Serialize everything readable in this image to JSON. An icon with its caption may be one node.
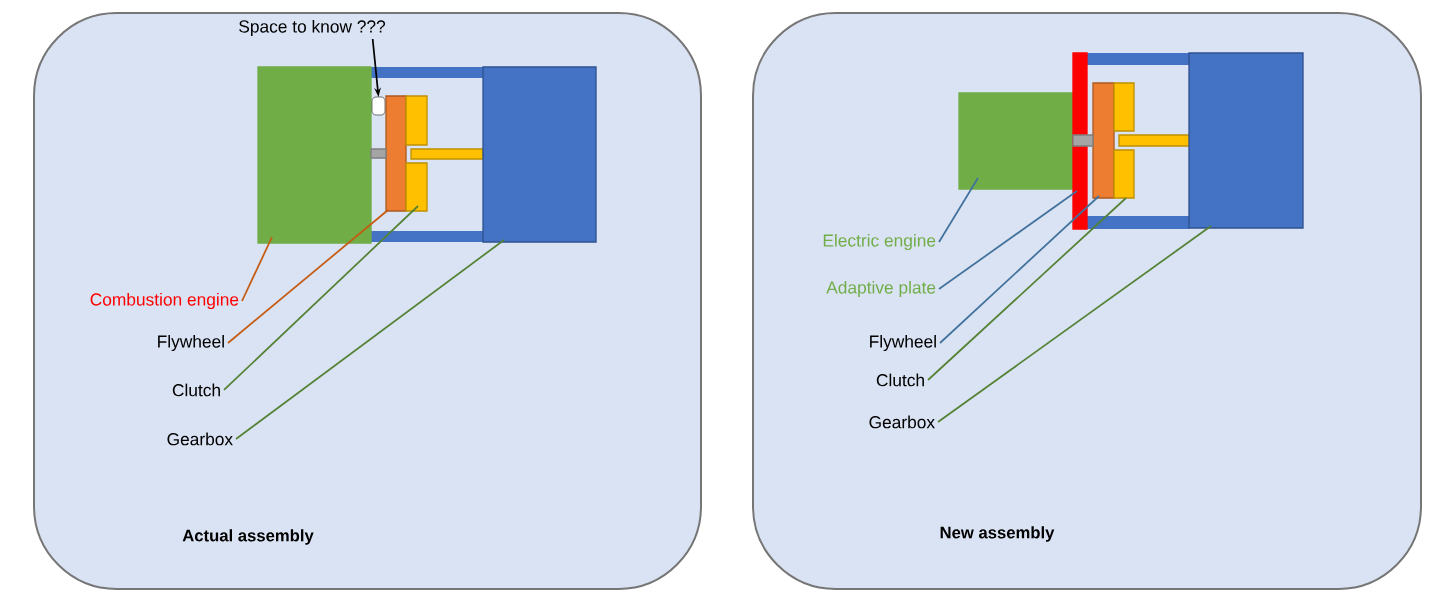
{
  "diagram": {
    "nodes": [
      {
        "text": [
          "Actual assembly"
        ]
      },
      {
        "text": [
          "Space to know ???"
        ],
        "in": 0
      },
      {
        "text": [],
        "shape": "box",
        "in": 0
      },
      {
        "text": [],
        "shape": "box",
        "in": 0
      },
      {
        "text": [],
        "shape": "box",
        "in": 0
      },
      {
        "text": [],
        "shape": "box",
        "in": 0
      },
      {
        "text": [],
        "shape": "box",
        "in": 0
      },
      {
        "text": [
          "Combustion engine"
        ],
        "in": 0
      },
      {
        "text": [
          "Flywheel"
        ],
        "in": 0
      },
      {
        "text": [
          "Clutch"
        ],
        "in": 0
      },
      {
        "text": [
          "Gearbox"
        ],
        "in": 0
      },
      {
        "text": [
          "New assembly"
        ]
      },
      {
        "text": [],
        "shape": "box",
        "in": 11
      },
      {
        "text": [],
        "shape": "bar",
        "in": 11
      },
      {
        "text": [],
        "shape": "box",
        "in": 11
      },
      {
        "text": [],
        "shape": "box",
        "in": 11
      },
      {
        "text": [],
        "shape": "box",
        "in": 11
      },
      {
        "text": [
          "Electric engine"
        ],
        "in": 11
      },
      {
        "text": [
          "Adaptive plate"
        ],
        "in": 11
      },
      {
        "text": [
          "Flywheel"
        ],
        "in": 11
      },
      {
        "text": [
          "Clutch"
        ],
        "in": 11
      },
      {
        "text": [
          "Gearbox"
        ],
        "in": 11
      }
    ],
    "edges": [
      {
        "from": 1,
        "to": 3,
        "arrow": "to",
        "color": "#000000"
      },
      {
        "from": 7,
        "to": 2,
        "arrow": "none",
        "color": "#c55a11"
      },
      {
        "from": 8,
        "to": 4,
        "arrow": "none",
        "color": "#c55a11"
      },
      {
        "from": 9,
        "to": 5,
        "arrow": "none",
        "color": "#548235"
      },
      {
        "from": 10,
        "to": 6,
        "arrow": "none",
        "color": "#548235"
      },
      {
        "from": 17,
        "to": 12,
        "arrow": "none",
        "color": "#41719c"
      },
      {
        "from": 18,
        "to": 13,
        "arrow": "none",
        "color": "#41719c"
      },
      {
        "from": 19,
        "to": 14,
        "arrow": "none",
        "color": "#41719c"
      },
      {
        "from": 20,
        "to": 15,
        "arrow": "none",
        "color": "#548235"
      },
      {
        "from": 21,
        "to": 16,
        "arrow": "none",
        "color": "#548235"
      }
    ]
  }
}
